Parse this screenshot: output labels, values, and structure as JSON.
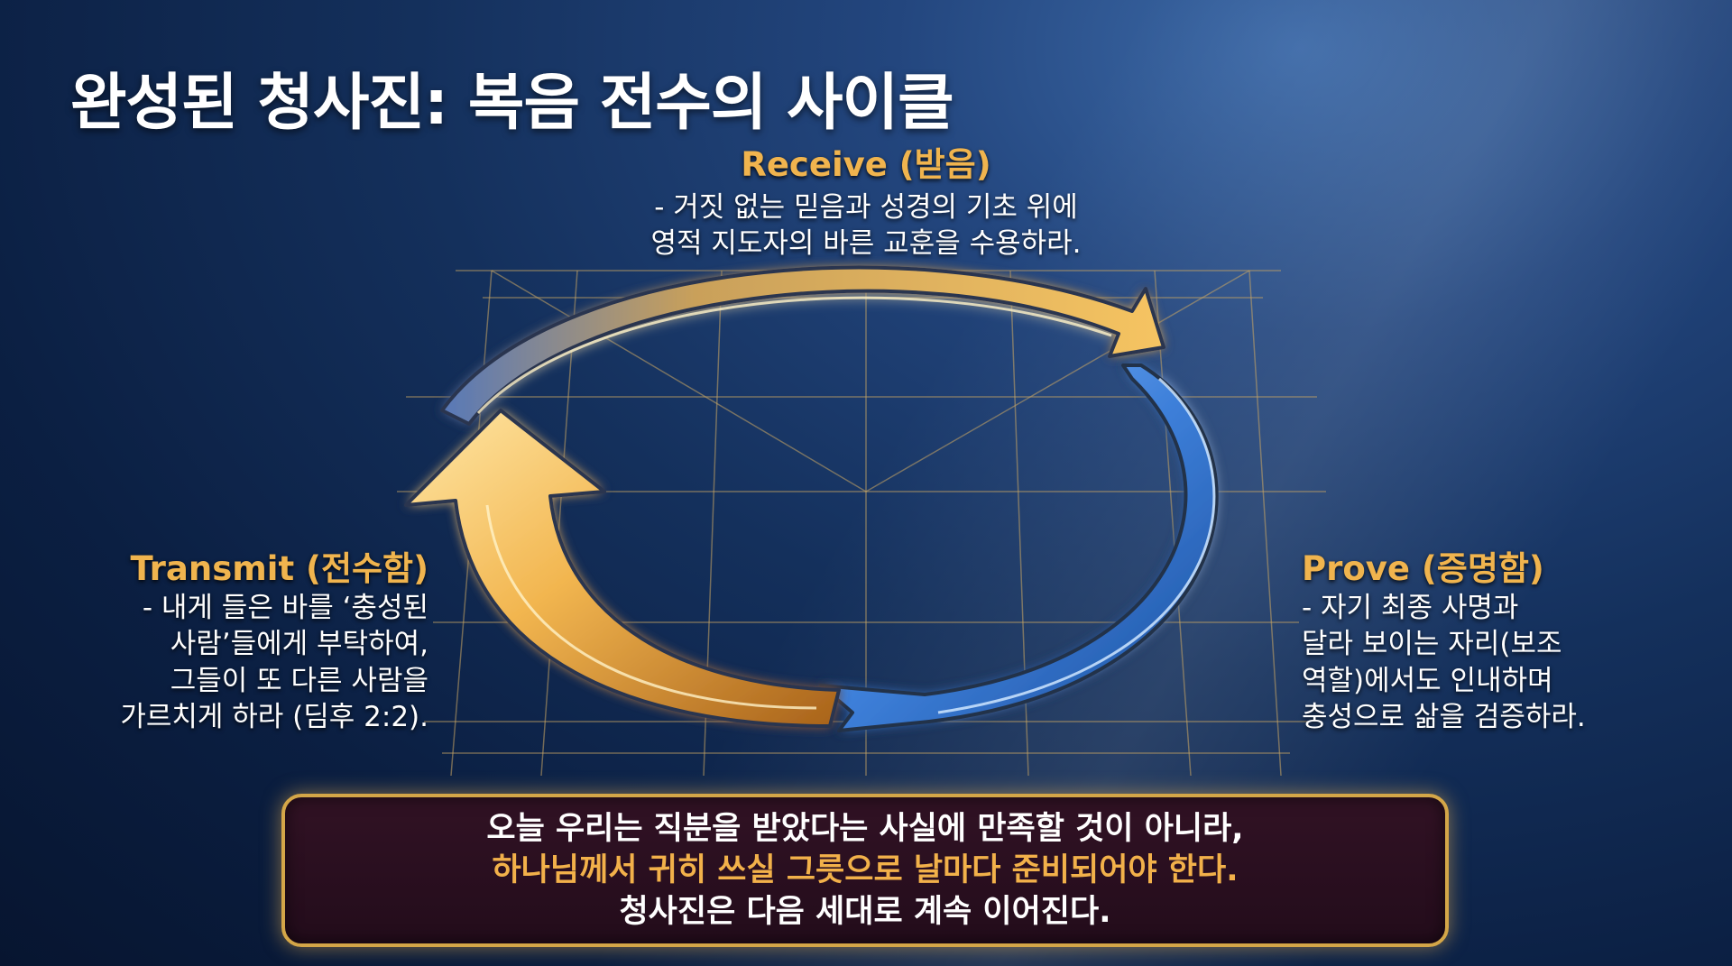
{
  "title": "완성된 청사진: 복음 전수의 사이클",
  "stages": {
    "receive": {
      "label": "Receive (받음)",
      "lines": [
        "- 거짓 없는 믿음과 성경의 기초 위에",
        "영적 지도자의 바른 교훈을 수용하라."
      ]
    },
    "transmit": {
      "label": "Transmit (전수함)",
      "lines": [
        "- 내게 들은 바를 ‘충성된",
        "사람’들에게 부탁하여,",
        "그들이 또 다른 사람을",
        "가르치게 하라 (딤후 2:2)."
      ]
    },
    "prove": {
      "label": "Prove (증명함)",
      "lines": [
        "- 자기 최종 사명과",
        "달라 보이는 자리(보조",
        "역할)에서도 인내하며",
        "충성으로 삶을 검증하라."
      ]
    }
  },
  "summary": {
    "line1": "오늘 우리는 직분을 받았다는 사실에 만족할 것이 아니라,",
    "line2": "하나님께서 귀히 쓰실 그릇으로 날마다 준비되어야 한다.",
    "line3": "청사진은 다음 세대로 계속 이어진다."
  },
  "colors": {
    "gold": "#f0b44e",
    "blue_arrow": "#3d7fd9",
    "box_border": "#d4a648",
    "box_fill": "#2a0f1f"
  },
  "icons": {
    "receive_arrow": "curved-arrow-gold",
    "prove_arrow": "curved-arrow-blue",
    "transmit_arrow": "curved-arrow-gold"
  }
}
